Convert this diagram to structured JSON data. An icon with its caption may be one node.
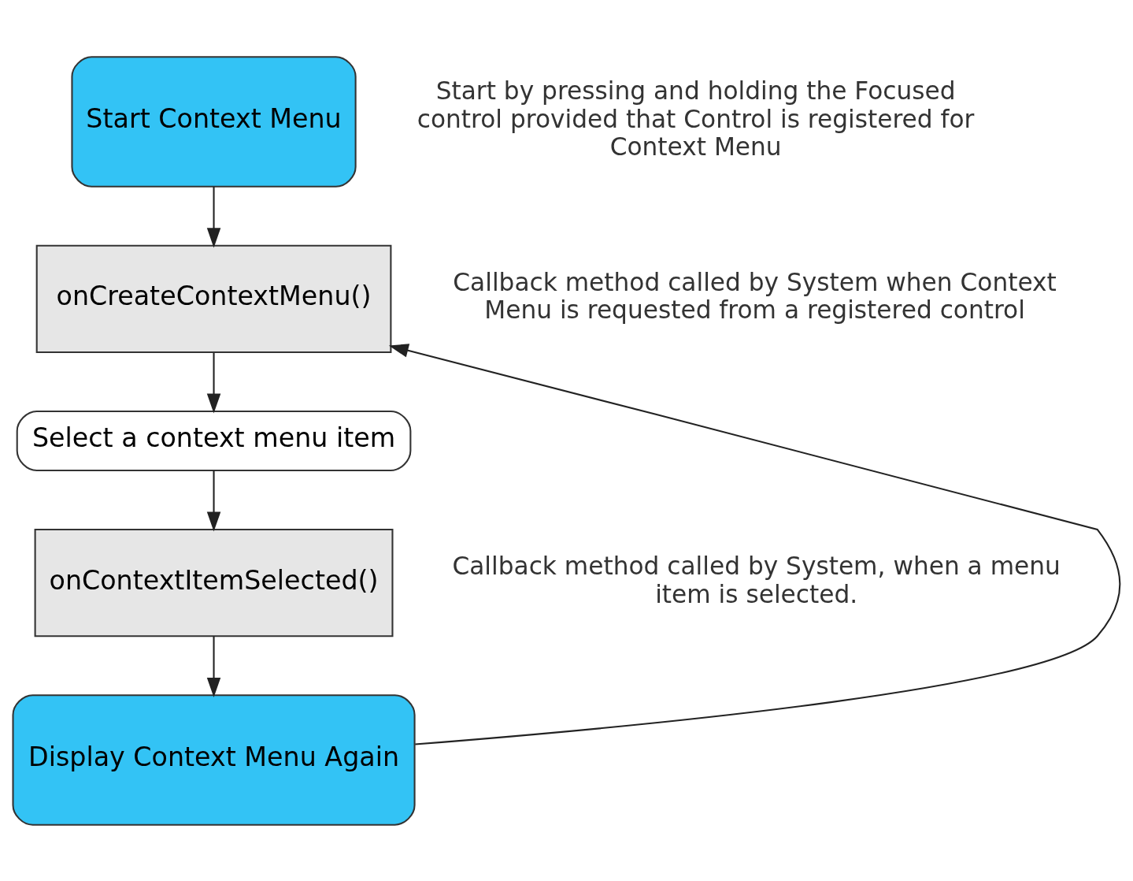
{
  "diagram": {
    "nodes": [
      {
        "text": [
          "Start Context Menu"
        ],
        "beside": [
          "Start by pressing and holding the Focused control provided that Control is registered for Context Menu"
        ]
      },
      {
        "text": [
          "onCreateContextMenu()"
        ],
        "beside": [
          "Callback method called by System when Context Menu is requested from a registered control"
        ]
      },
      {
        "text": [
          "Select a context menu item"
        ]
      },
      {
        "text": [
          "onContextItemSelected()"
        ],
        "beside": [
          "Callback method called by System, when a menu item is selected."
        ]
      },
      {
        "text": [
          "Display Context Menu Again"
        ]
      }
    ],
    "edges": [
      {
        "from": 0,
        "to": 1,
        "arrow": "to"
      },
      {
        "from": 1,
        "to": 2,
        "arrow": "to"
      },
      {
        "from": 2,
        "to": 3,
        "arrow": "to"
      },
      {
        "from": 3,
        "to": 4,
        "arrow": "to"
      },
      {
        "from": 4,
        "to": 1,
        "arrow": "to"
      }
    ]
  }
}
